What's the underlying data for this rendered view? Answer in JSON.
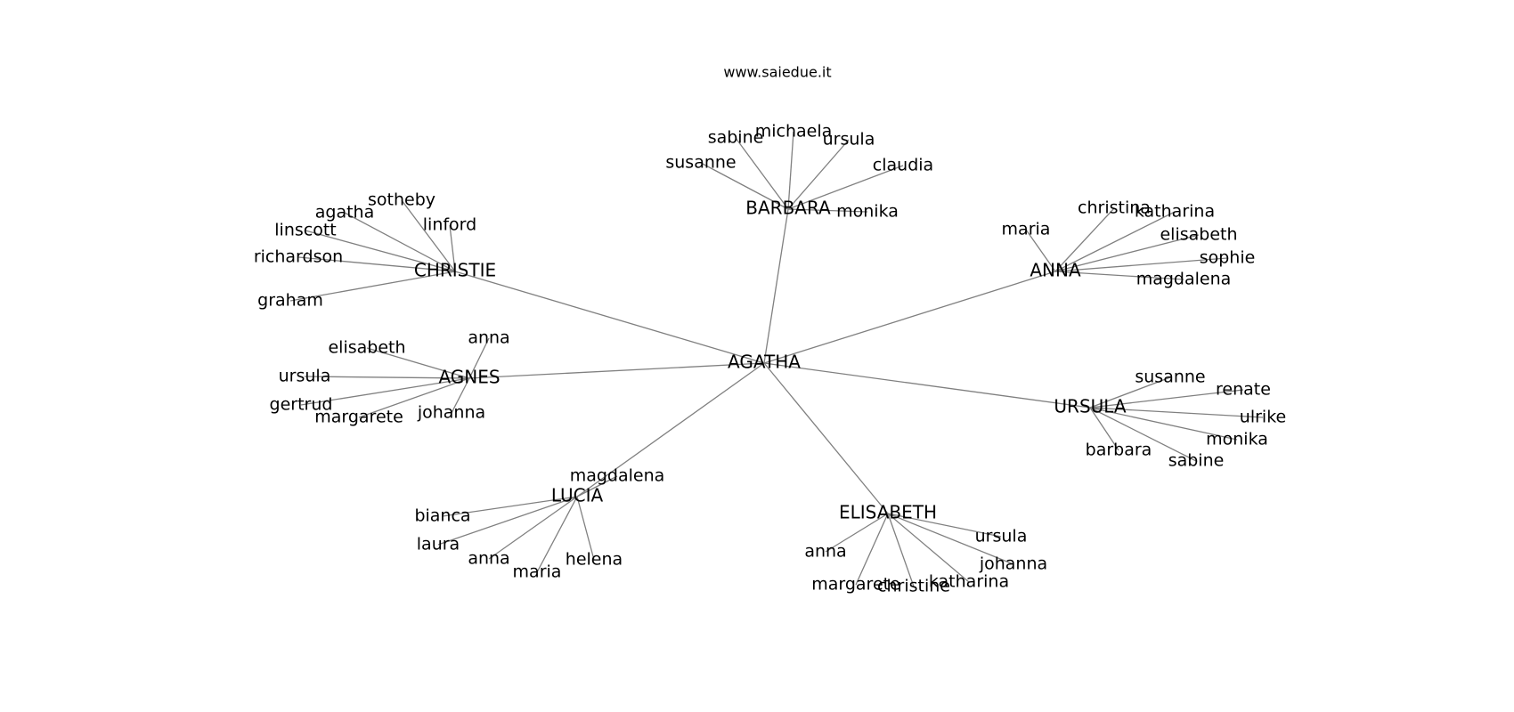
{
  "credit": "www.saiedue.it",
  "center": "AGATHA",
  "groups": [
    {
      "key": "barbara",
      "name": "BARBARA",
      "children": [
        "sabine",
        "michaela",
        "ursula",
        "susanne",
        "claudia",
        "monika"
      ]
    },
    {
      "key": "christie",
      "name": "CHRISTIE",
      "children": [
        "sotheby",
        "agatha",
        "linford",
        "linscott",
        "richardson",
        "graham"
      ]
    },
    {
      "key": "anna",
      "name": "ANNA",
      "children": [
        "christina",
        "katharina",
        "maria",
        "elisabeth",
        "sophie",
        "magdalena"
      ]
    },
    {
      "key": "agnes",
      "name": "AGNES",
      "children": [
        "anna",
        "elisabeth",
        "ursula",
        "gertrud",
        "margarete",
        "johanna"
      ]
    },
    {
      "key": "ursula",
      "name": "URSULA",
      "children": [
        "susanne",
        "renate",
        "ulrike",
        "monika",
        "barbara",
        "sabine"
      ]
    },
    {
      "key": "lucia",
      "name": "LUCIA",
      "children": [
        "magdalena",
        "bianca",
        "laura",
        "anna",
        "maria",
        "helena"
      ]
    },
    {
      "key": "elisabeth",
      "name": "ELISABETH",
      "children": [
        "ursula",
        "johanna",
        "anna",
        "katharina",
        "margarete",
        "christine"
      ]
    }
  ]
}
